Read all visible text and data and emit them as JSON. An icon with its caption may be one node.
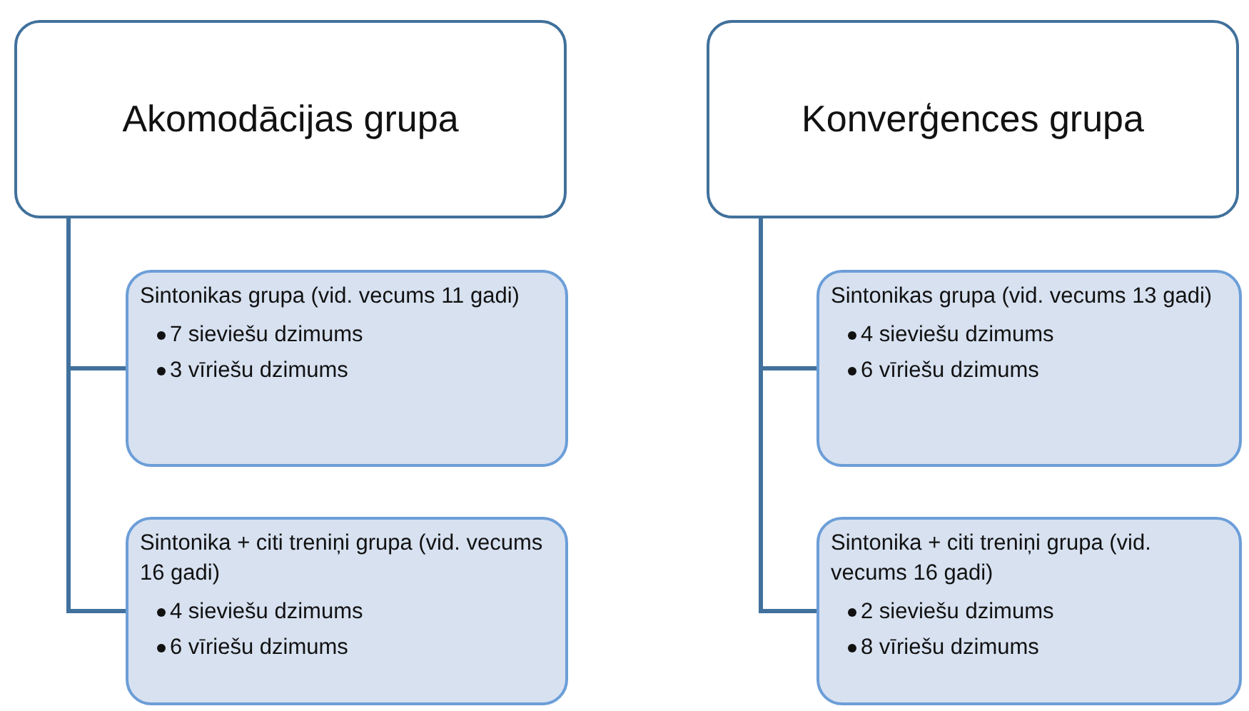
{
  "diagram": {
    "nodes": [
      {
        "text": [
          "Akomodācijas grupa"
        ]
      },
      {
        "text": [
          "Sintonikas grupa (vid. vecums 11 gadi)",
          "7 sieviešu dzimums",
          "3 vīriešu dzimums"
        ]
      },
      {
        "text": [
          "Sintonika + citi treniņi grupa (vid. vecums 16 gadi)",
          "4 sieviešu dzimums",
          "6 vīriešu dzimums"
        ]
      },
      {
        "text": [
          "Konverģences grupa"
        ]
      },
      {
        "text": [
          "Sintonikas grupa (vid. vecums 13 gadi)",
          "4 sieviešu dzimums",
          "6 vīriešu dzimums"
        ]
      },
      {
        "text": [
          "Sintonika + citi treniņi grupa (vid. vecums 16 gadi)",
          "2 sieviešu dzimums",
          "8 vīriešu dzimums"
        ]
      }
    ],
    "edges": [
      {
        "from": 0,
        "to": 1,
        "arrow": "none"
      },
      {
        "from": 0,
        "to": 2,
        "arrow": "none"
      },
      {
        "from": 3,
        "to": 4,
        "arrow": "none"
      },
      {
        "from": 3,
        "to": 5,
        "arrow": "none"
      }
    ]
  }
}
